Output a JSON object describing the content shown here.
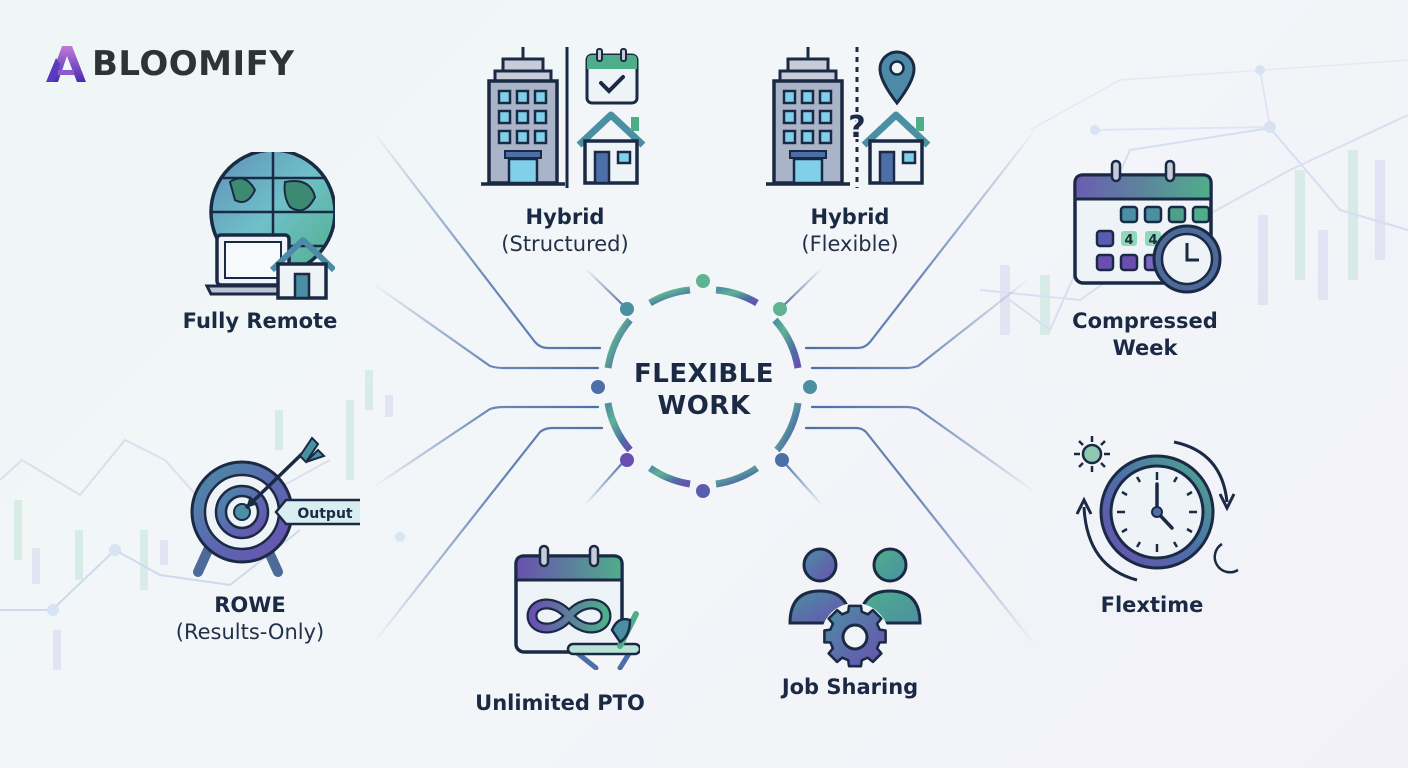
{
  "brand": {
    "name": "BLOOMIFY",
    "logo_letter": "A",
    "icon": "bloomify-logo-icon"
  },
  "hub": {
    "line1": "FLEXIBLE",
    "line2": "WORK"
  },
  "colors": {
    "navy": "#1b2a44",
    "green": "#4fae8a",
    "purple": "#6a4fb0",
    "blue": "#4d6fa8",
    "teal": "#4b8fa3"
  },
  "models": {
    "fully_remote": {
      "title": "Fully Remote",
      "icon": "globe-laptop-house-icon"
    },
    "hybrid_structured": {
      "title": "Hybrid",
      "subtitle": "(Structured)",
      "icon": "office-calendar-house-icon"
    },
    "hybrid_flexible": {
      "title": "Hybrid",
      "subtitle": "(Flexible)",
      "icon": "office-pin-house-icon"
    },
    "compressed_week": {
      "title": "Compressed",
      "title2": "Week",
      "icon": "calendar-clock-icon",
      "day_digit": "4"
    },
    "rowe": {
      "title": "ROWE",
      "subtitle": "(Results-Only)",
      "icon": "target-arrow-icon",
      "tag": "Output"
    },
    "unlimited_pto": {
      "title": "Unlimited PTO",
      "icon": "calendar-infinity-lounger-icon"
    },
    "job_sharing": {
      "title": "Job Sharing",
      "icon": "people-gear-icon"
    },
    "flextime": {
      "title": "Flextime",
      "icon": "clock-sun-moon-icon"
    }
  }
}
